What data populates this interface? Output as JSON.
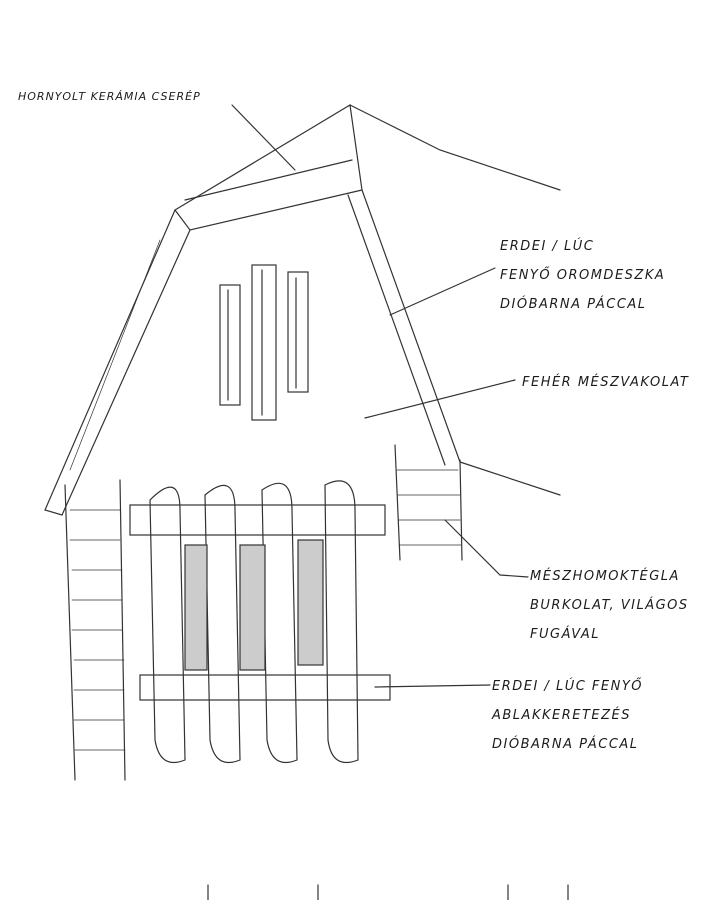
{
  "annotations": {
    "roof_tile": {
      "lines": [
        "HORNYOLT KERÁMIA CSERÉP"
      ]
    },
    "gable_board": {
      "lines": [
        "ERDEI / LÚC",
        "FENYŐ OROMDESZKA",
        "DIÓBARNA PÁCCAL"
      ]
    },
    "plaster": {
      "lines": [
        "FEHÉR MÉSZVAKOLAT"
      ]
    },
    "brick_cladding": {
      "lines": [
        "MÉSZHOMOKTÉGLA",
        "BURKOLAT, VILÁGOS",
        "FUGÁVAL"
      ]
    },
    "window_frame": {
      "lines": [
        "ERDEI / LÚC FENYŐ",
        "ABLAKKERETEZÉS",
        "DIÓBARNA PÁCCAL"
      ]
    }
  }
}
